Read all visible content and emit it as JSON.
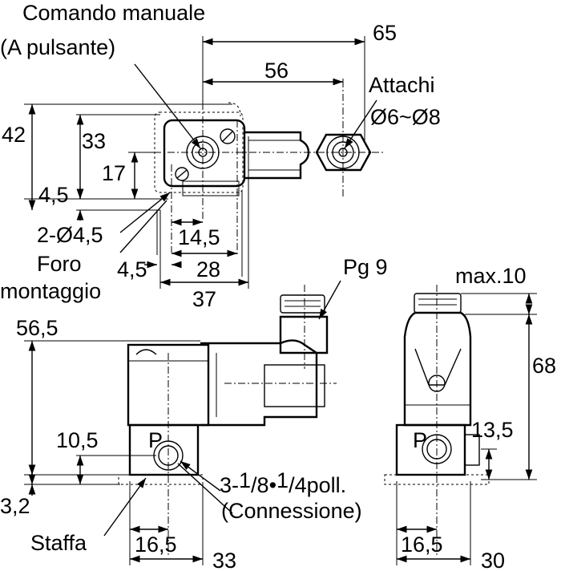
{
  "labels": {
    "manual_command_1": "Comando manuale",
    "manual_command_2": "(A pulsante)",
    "dim_65": "65",
    "dim_56": "56",
    "ports_1": "Attachi",
    "ports_2": "Ø6~Ø8",
    "dim_42": "42",
    "dim_33_top": "33",
    "dim_17": "17",
    "dim_4_5_left": "4,5",
    "holes": "2-Ø4,5",
    "hole_word_1": "Foro",
    "hole_word_2": "montaggio",
    "dim_14_5": "14,5",
    "dim_4_5_bottom": "4,5",
    "dim_28": "28",
    "dim_37": "37",
    "pg9": "Pg 9",
    "max10": "max.10",
    "dim_56_5": "56,5",
    "dim_68": "68",
    "dim_10_5": "10,5",
    "port_p_front": "P",
    "port_p_side": "P",
    "dim_13_5": "13,5",
    "conn_prefix": "3-",
    "conn_sup1": "1",
    "conn_frac1": "/8•",
    "conn_sup2": "1",
    "conn_frac2": "/4poll.",
    "connection": "(Connessione)",
    "dim_3_2": "3,2",
    "bracket": "Staffa",
    "dim_16_5_front": "16,5",
    "dim_16_5_side": "16,5",
    "dim_33_bottom": "33",
    "dim_30": "30"
  }
}
